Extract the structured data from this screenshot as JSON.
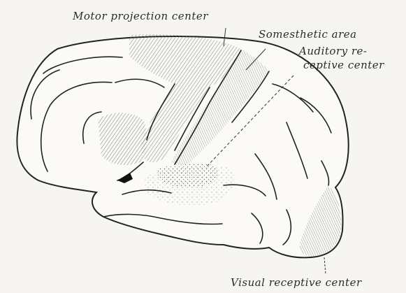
{
  "labels": {
    "motor": "Motor projection center",
    "somesthetic": "Somesthetic area",
    "auditory_line1": "Auditory re-",
    "auditory_line2": "ceptive center",
    "visual": "Visual receptive center"
  }
}
